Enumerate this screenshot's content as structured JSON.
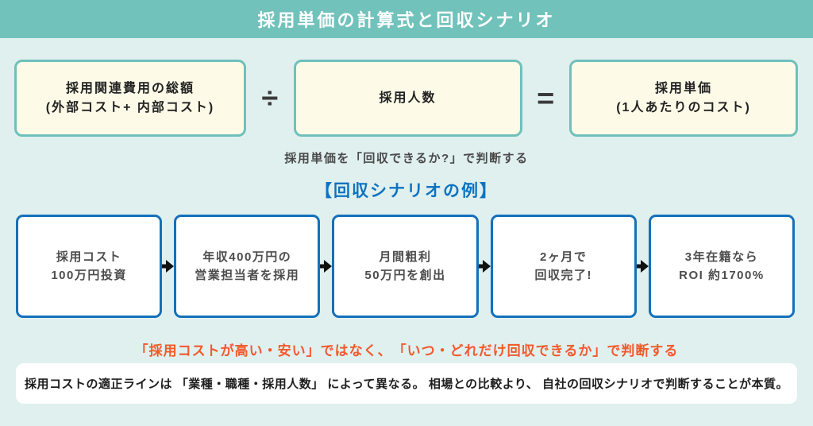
{
  "header": {
    "title": "採用単価の計算式と回収シナリオ"
  },
  "formula": {
    "total_cost": {
      "line1": "採用関連費用の総額",
      "line2": "(外部コスト+ 内部コスト)"
    },
    "divide_symbol": "÷",
    "headcount": {
      "line1": "採用人数"
    },
    "equals_symbol": "=",
    "unit_cost": {
      "line1": "採用単価",
      "line2": "(1人あたりのコスト)"
    },
    "caption": "採用単価を「回収できるか?」で判断する"
  },
  "scenario": {
    "heading": "【回収シナリオの例】",
    "steps": [
      {
        "line1": "採用コスト",
        "line2": "100万円投資"
      },
      {
        "line1": "年収400万円の",
        "line2": "営業担当者を採用"
      },
      {
        "line1": "月間粗利",
        "line2": "50万円を創出"
      },
      {
        "line1": "2ヶ月で",
        "line2": "回収完了!"
      },
      {
        "line1": "3年在籍なら",
        "line2": "ROI 約1700%"
      }
    ]
  },
  "conclusion": {
    "highlight": "「採用コストが高い・安い」ではなく、　「いつ・どれだけ回収できるか」で判断する",
    "note": "採用コストの適正ラインは 「業種・職種・採用人数」 によって異なる。 相場との比較より、 自社の回収シナリオで判断することが本質。"
  },
  "icons": {
    "step_arrow": "right-arrow"
  },
  "colors": {
    "header_teal": "#72C2BC",
    "background": "#E0F0EF",
    "formula_box_fill": "#FDFBE8",
    "formula_box_border": "#6FC0BB",
    "step_box_border": "#1470BA",
    "heading_blue": "#0E73C0",
    "highlight_orange": "#F1592B",
    "operator_dark": "#3A3A3A",
    "step_text_gray": "#4D4D4D"
  }
}
